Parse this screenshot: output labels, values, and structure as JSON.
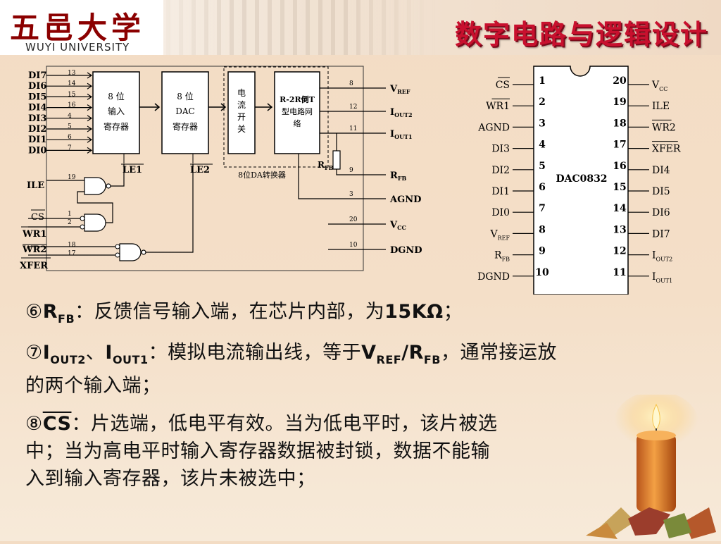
{
  "header": {
    "logo_cn": "五邑大学",
    "logo_en": "WUYI UNIVERSITY",
    "title": "数字电路与逻辑设计"
  },
  "block_diagram": {
    "inputs_data": [
      "DI7",
      "DI6",
      "DI5",
      "DI4",
      "DI3",
      "DI2",
      "DI1",
      "DI0"
    ],
    "input_pins": [
      "13",
      "14",
      "15",
      "16",
      "4",
      "5",
      "6",
      "7"
    ],
    "input_register": [
      "8 位",
      "输入",
      "寄存器"
    ],
    "dac_register": [
      "8 位",
      "DAC",
      "寄存器"
    ],
    "switch": [
      "电",
      "流",
      "开",
      "关"
    ],
    "r2r": [
      "R-2R倒T",
      "型电路网",
      "络"
    ],
    "le1": "LE1",
    "le2": "LE2",
    "dashed_label": "8位DA转换器",
    "rfb_label": "R",
    "rfb_sub": "FB",
    "ctrl": {
      "ile": "ILE",
      "ile_pin": "19",
      "cs": "CS",
      "cs_pin": "1",
      "wr1": "WR1",
      "wr1_pin": "2",
      "wr2": "WR2",
      "wr2_pin": "18",
      "xfer": "XFER",
      "xfer_pin": "17"
    },
    "outputs": [
      {
        "pin": "8",
        "label": "V",
        "sub": "REF"
      },
      {
        "pin": "12",
        "label": "I",
        "sub": "OUT2"
      },
      {
        "pin": "11",
        "label": "I",
        "sub": "OUT1"
      },
      {
        "pin": "9",
        "label": "R",
        "sub": "FB"
      },
      {
        "pin": "3",
        "label": "AGND",
        "sub": ""
      },
      {
        "pin": "20",
        "label": "V",
        "sub": "CC"
      },
      {
        "pin": "10",
        "label": "DGND",
        "sub": ""
      }
    ]
  },
  "chip": {
    "name": "DAC0832",
    "left_pins": [
      {
        "num": "1",
        "label": "CS",
        "sub": ""
      },
      {
        "num": "2",
        "label": "WR1",
        "sub": ""
      },
      {
        "num": "3",
        "label": "AGND",
        "sub": ""
      },
      {
        "num": "4",
        "label": "DI3",
        "sub": ""
      },
      {
        "num": "5",
        "label": "DI2",
        "sub": ""
      },
      {
        "num": "6",
        "label": "DI1",
        "sub": ""
      },
      {
        "num": "7",
        "label": "DI0",
        "sub": ""
      },
      {
        "num": "8",
        "label": "V",
        "sub": "REF"
      },
      {
        "num": "9",
        "label": "R",
        "sub": "FB"
      },
      {
        "num": "10",
        "label": "DGND",
        "sub": ""
      }
    ],
    "right_pins": [
      {
        "num": "20",
        "label": "V",
        "sub": "CC"
      },
      {
        "num": "19",
        "label": "ILE",
        "sub": ""
      },
      {
        "num": "18",
        "label": "WR2",
        "sub": ""
      },
      {
        "num": "17",
        "label": "XFER",
        "sub": ""
      },
      {
        "num": "16",
        "label": "DI4",
        "sub": ""
      },
      {
        "num": "15",
        "label": "DI5",
        "sub": ""
      },
      {
        "num": "14",
        "label": "DI6",
        "sub": ""
      },
      {
        "num": "13",
        "label": "DI7",
        "sub": ""
      },
      {
        "num": "12",
        "label": "I",
        "sub": "OUT2"
      },
      {
        "num": "11",
        "label": "I",
        "sub": "OUT1"
      }
    ]
  },
  "descriptions": {
    "item6": {
      "marker": "⑥",
      "sym": "R",
      "sym_sub": "FB",
      "text": "：反馈信号输入端，在芯片内部，为",
      "value": "15KΩ",
      "end": "；"
    },
    "item7": {
      "marker": "⑦",
      "sym1": "I",
      "sym1_sub": "OUT2",
      "sep": "、",
      "sym2": "I",
      "sym2_sub": "OUT1",
      "text": "：模拟电流输出线，等于",
      "vref": "V",
      "vref_sub": "REF",
      "slash": "/",
      "rfb": "R",
      "rfb_sub": "FB",
      "text2": "，通常接运放",
      "line2": "的两个输入端；"
    },
    "item8": {
      "marker": "⑧",
      "sym": "CS",
      "line1": "：片选端，低电平有效。当为低电平时，该片被选",
      "line2": "中；当为高电平时输入寄存器数据被封锁，数据不能输",
      "line3": "入到输入寄存器，该片未被选中；"
    }
  },
  "colors": {
    "title_red": "#c8102e",
    "logo_red": "#8b0000",
    "background": "#f3dcc4"
  }
}
